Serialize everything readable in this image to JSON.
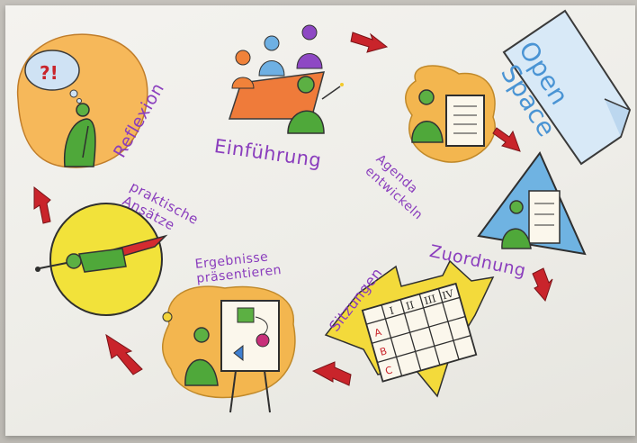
{
  "title": {
    "line1": "Open",
    "line2": "Space"
  },
  "steps": {
    "einfuehrung": "Einführung",
    "agenda": "Agenda entwickeln",
    "zuordnung": "Zuordnung",
    "sitzungen": "Sitzungen",
    "ergebnisse": "Ergebnisse präsentieren",
    "praktische": "praktische Ansätze",
    "reflexion": "Reflexion"
  },
  "thought_bubble": "?!",
  "schedule": {
    "columns": [
      "I",
      "II",
      "III",
      "IV"
    ],
    "rows": [
      "A",
      "B",
      "C"
    ]
  },
  "colors": {
    "text": "#8a3dbd",
    "arrow": "#c9242b",
    "figure": "#4fa83a",
    "open_space": "#6fa9dd"
  }
}
